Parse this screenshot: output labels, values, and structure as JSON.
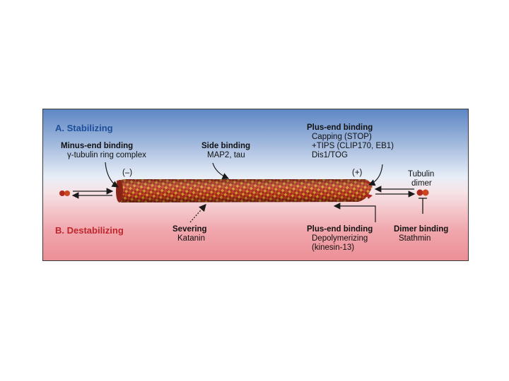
{
  "section_a": "A. Stabilizing",
  "section_b": "B. Destabilizing",
  "minus_end": {
    "title": "Minus-end binding",
    "sub": "γ-tubulin ring complex"
  },
  "side": {
    "title": "Side binding",
    "sub": "MAP2, tau"
  },
  "plus_end_stab": {
    "title": "Plus-end binding",
    "lines": [
      "Capping (STOP)",
      "+TIPS (CLIP170, EB1)",
      "Dis1/TOG"
    ]
  },
  "minus_sign": "(–)",
  "plus_sign": "(+)",
  "tubulin": {
    "line1": "Tubulin",
    "line2": "dimer"
  },
  "severing": {
    "title": "Severing",
    "sub": "Katanin"
  },
  "plus_end_destab": {
    "title": "Plus-end binding",
    "lines": [
      "Depolymerizing",
      "(kinesin-13)"
    ]
  },
  "dimer_binding": {
    "title": "Dimer binding",
    "sub": "Stathmin"
  },
  "colors": {
    "stabilizing": "#1d4e9b",
    "destabilizing": "#c0262c",
    "microtubule_red": "#a8281c",
    "microtubule_gold": "#d89a2a"
  }
}
